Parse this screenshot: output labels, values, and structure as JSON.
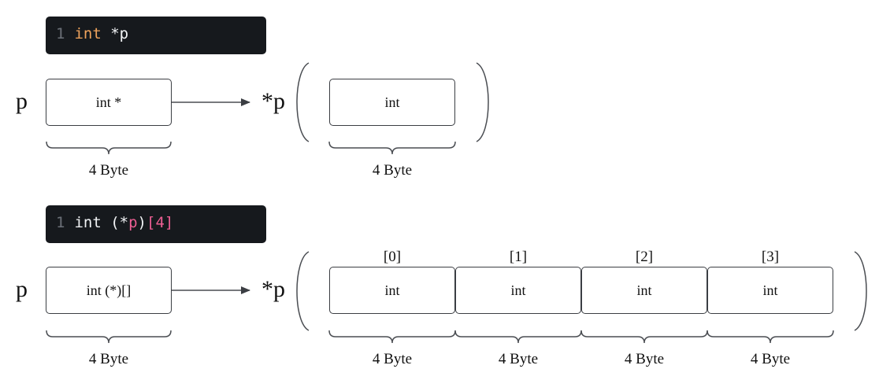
{
  "top": {
    "code": {
      "line_no": "1",
      "type": "int",
      "rest": " *p"
    },
    "var_label": "p",
    "pointer_box": "int *",
    "target_label": "*p",
    "target_box": "int",
    "pointer_size": "4 Byte",
    "target_size": "4 Byte"
  },
  "bottom": {
    "code": {
      "line_no": "1",
      "prefix": "int (*",
      "var": "p",
      "mid": ")",
      "dim": "[4]"
    },
    "var_label": "p",
    "pointer_box": "int (*)[]",
    "target_label": "*p",
    "pointer_size": "4 Byte",
    "cells": [
      {
        "index": "[0]",
        "type": "int",
        "size": "4 Byte"
      },
      {
        "index": "[1]",
        "type": "int",
        "size": "4 Byte"
      },
      {
        "index": "[2]",
        "type": "int",
        "size": "4 Byte"
      },
      {
        "index": "[3]",
        "type": "int",
        "size": "4 Byte"
      }
    ]
  }
}
